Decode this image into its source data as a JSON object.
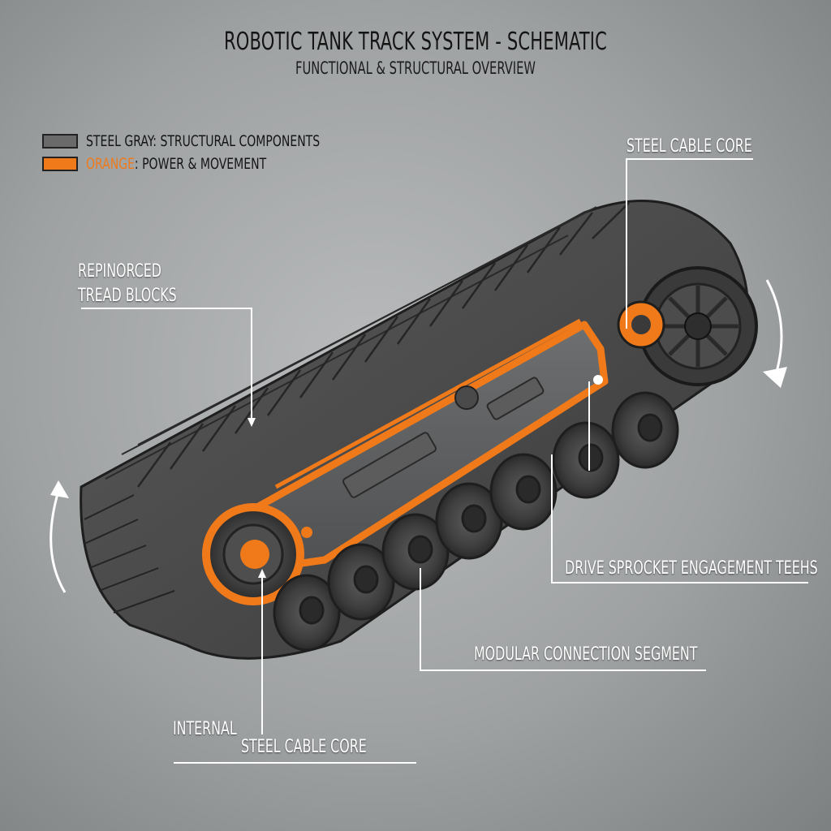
{
  "title": "ROBOTIC TANK TRACK SYSTEM - SCHEMATIC",
  "subtitle": "FUNCTIONAL & STRUCTURAL OVERVIEW",
  "legend": {
    "gray": {
      "key": "STEEL GRAY",
      "text": ": STRUCTURAL COMPONENTS",
      "color": "#6a6a6a"
    },
    "orange": {
      "key": "ORANGE",
      "text": ": POWER & MOVEMENT",
      "color": "#f07a1a"
    }
  },
  "callouts": {
    "tread_blocks_line1": "REPINORCED",
    "tread_blocks_line2": "TREAD BLOCKS",
    "steel_cable_core_top": "STEEL CABLE CORE",
    "drive_sprocket": "DRIVE SPROCKET ENGAGEMENT TEEHS",
    "modular_segment": "MODULAR CONNECTION SEGMENT",
    "internal_line1": "INTERNAL",
    "internal_line2": "STEEL CABLE CORE"
  },
  "colors": {
    "background": "#a8abac",
    "structural": "#4a4a4a",
    "accent": "#f07a1a",
    "callout_text": "#ffffff"
  }
}
